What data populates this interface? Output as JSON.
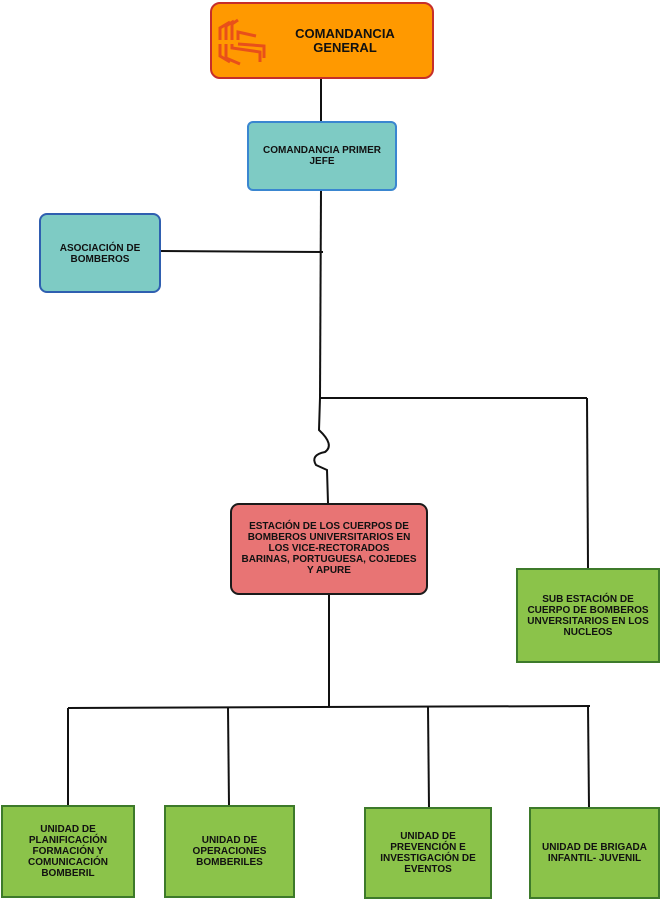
{
  "nodes": {
    "general": "COMANDANCIA\nGENERAL",
    "primer_jefe": "COMANDANCIA PRIMER\nJEFE",
    "asociacion": "ASOCIACIÓN DE\nBOMBEROS",
    "estacion": "ESTACIÓN DE LOS CUERPOS DE\nBOMBEROS UNIVERSITARIOS EN\nLOS VICE-RECTORADOS\nBARINAS, PORTUGUESA, COJEDES\nY APURE",
    "sub_estacion": "SUB ESTACIÓN DE\nCUERPO DE BOMBEROS\nUNVERSITARIOS EN LOS\nNUCLEOS",
    "units": [
      "UNIDAD DE\nPLANIFICACIÓN\nFORMACIÓN Y\nCOMUNICACIÓN\nBOMBERIL",
      "UNIDAD DE\nOPERACIONES\nBOMBERILES",
      "UNIDAD DE\nPREVENCIÓN E\nINVESTIGACIÓN DE\nEVENTOS",
      "UNIDAD DE BRIGADA\nINFANTIL- JUVENIL"
    ]
  },
  "colors": {
    "orange": "#FF9900",
    "teal": "#7ECBC4",
    "red": "#E87474",
    "green": "#8BC34A"
  }
}
